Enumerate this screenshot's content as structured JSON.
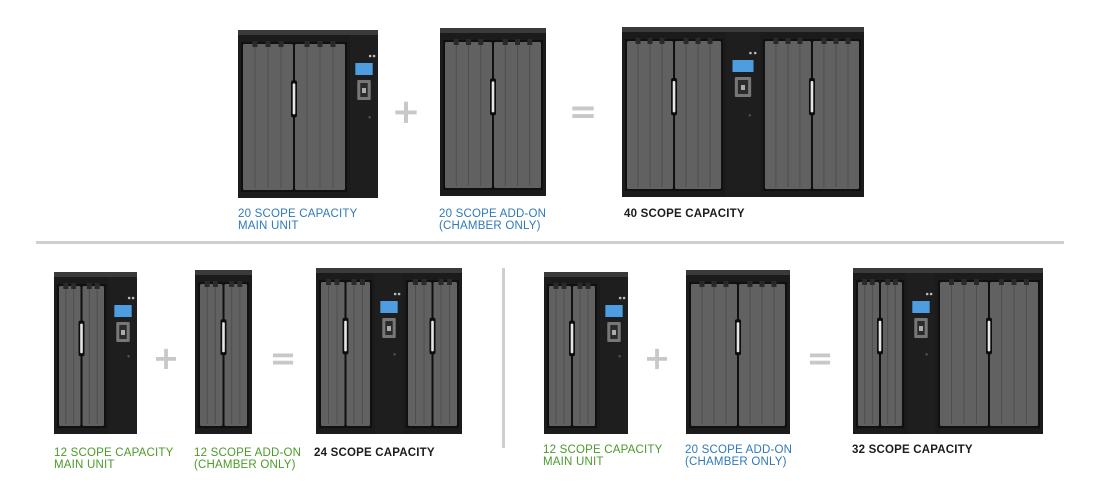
{
  "colors": {
    "operator": "#c8c8c8",
    "main_unit_label_top": "#2f79b9",
    "main_unit_label_bottom": "#4c9a2a",
    "total_label": "#1c1c1c",
    "cabinet_body": "#1b1b1b",
    "cabinet_door": "#616161",
    "screen": "#4d9de0",
    "divider": "#cfcfcf"
  },
  "top_row": {
    "main_unit": {
      "line1": "20 SCOPE CAPACITY",
      "line2": "MAIN UNIT"
    },
    "plus": "+",
    "add_on": {
      "line1": "20 SCOPE ADD-ON",
      "line2": "(CHAMBER ONLY)"
    },
    "equals": "=",
    "total": "40 SCOPE CAPACITY"
  },
  "bottom_left": {
    "main_unit": {
      "line1": "12 SCOPE CAPACITY",
      "line2": "MAIN UNIT"
    },
    "plus": "+",
    "add_on": {
      "line1": "12 SCOPE ADD-ON",
      "line2": "(CHAMBER ONLY)"
    },
    "equals": "=",
    "total": "24 SCOPE CAPACITY"
  },
  "bottom_right": {
    "main_unit": {
      "line1": "12 SCOPE CAPACITY",
      "line2": "MAIN UNIT"
    },
    "plus": "+",
    "add_on": {
      "line1": "20 SCOPE ADD-ON",
      "line2": "(CHAMBER ONLY)"
    },
    "equals": "=",
    "total": "32 SCOPE CAPACITY"
  }
}
